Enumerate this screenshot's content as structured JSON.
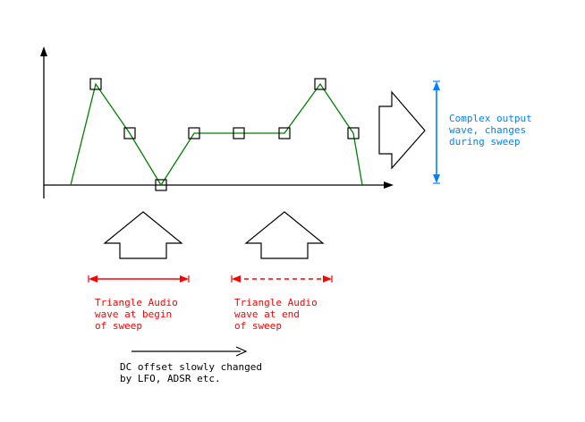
{
  "colors": {
    "wave": "#008000",
    "red": "#ff0000",
    "blue": "#0080ff",
    "black": "#000000"
  },
  "labels": {
    "complex_output": "Complex output\nwave, changes\nduring sweep",
    "triangle_begin": "Triangle Audio\nwave at begin\nof sweep",
    "triangle_end": "Triangle Audio\nwave at end\nof sweep",
    "dc_offset": "DC offset slowly changed\nby LFO, ADSR etc."
  }
}
